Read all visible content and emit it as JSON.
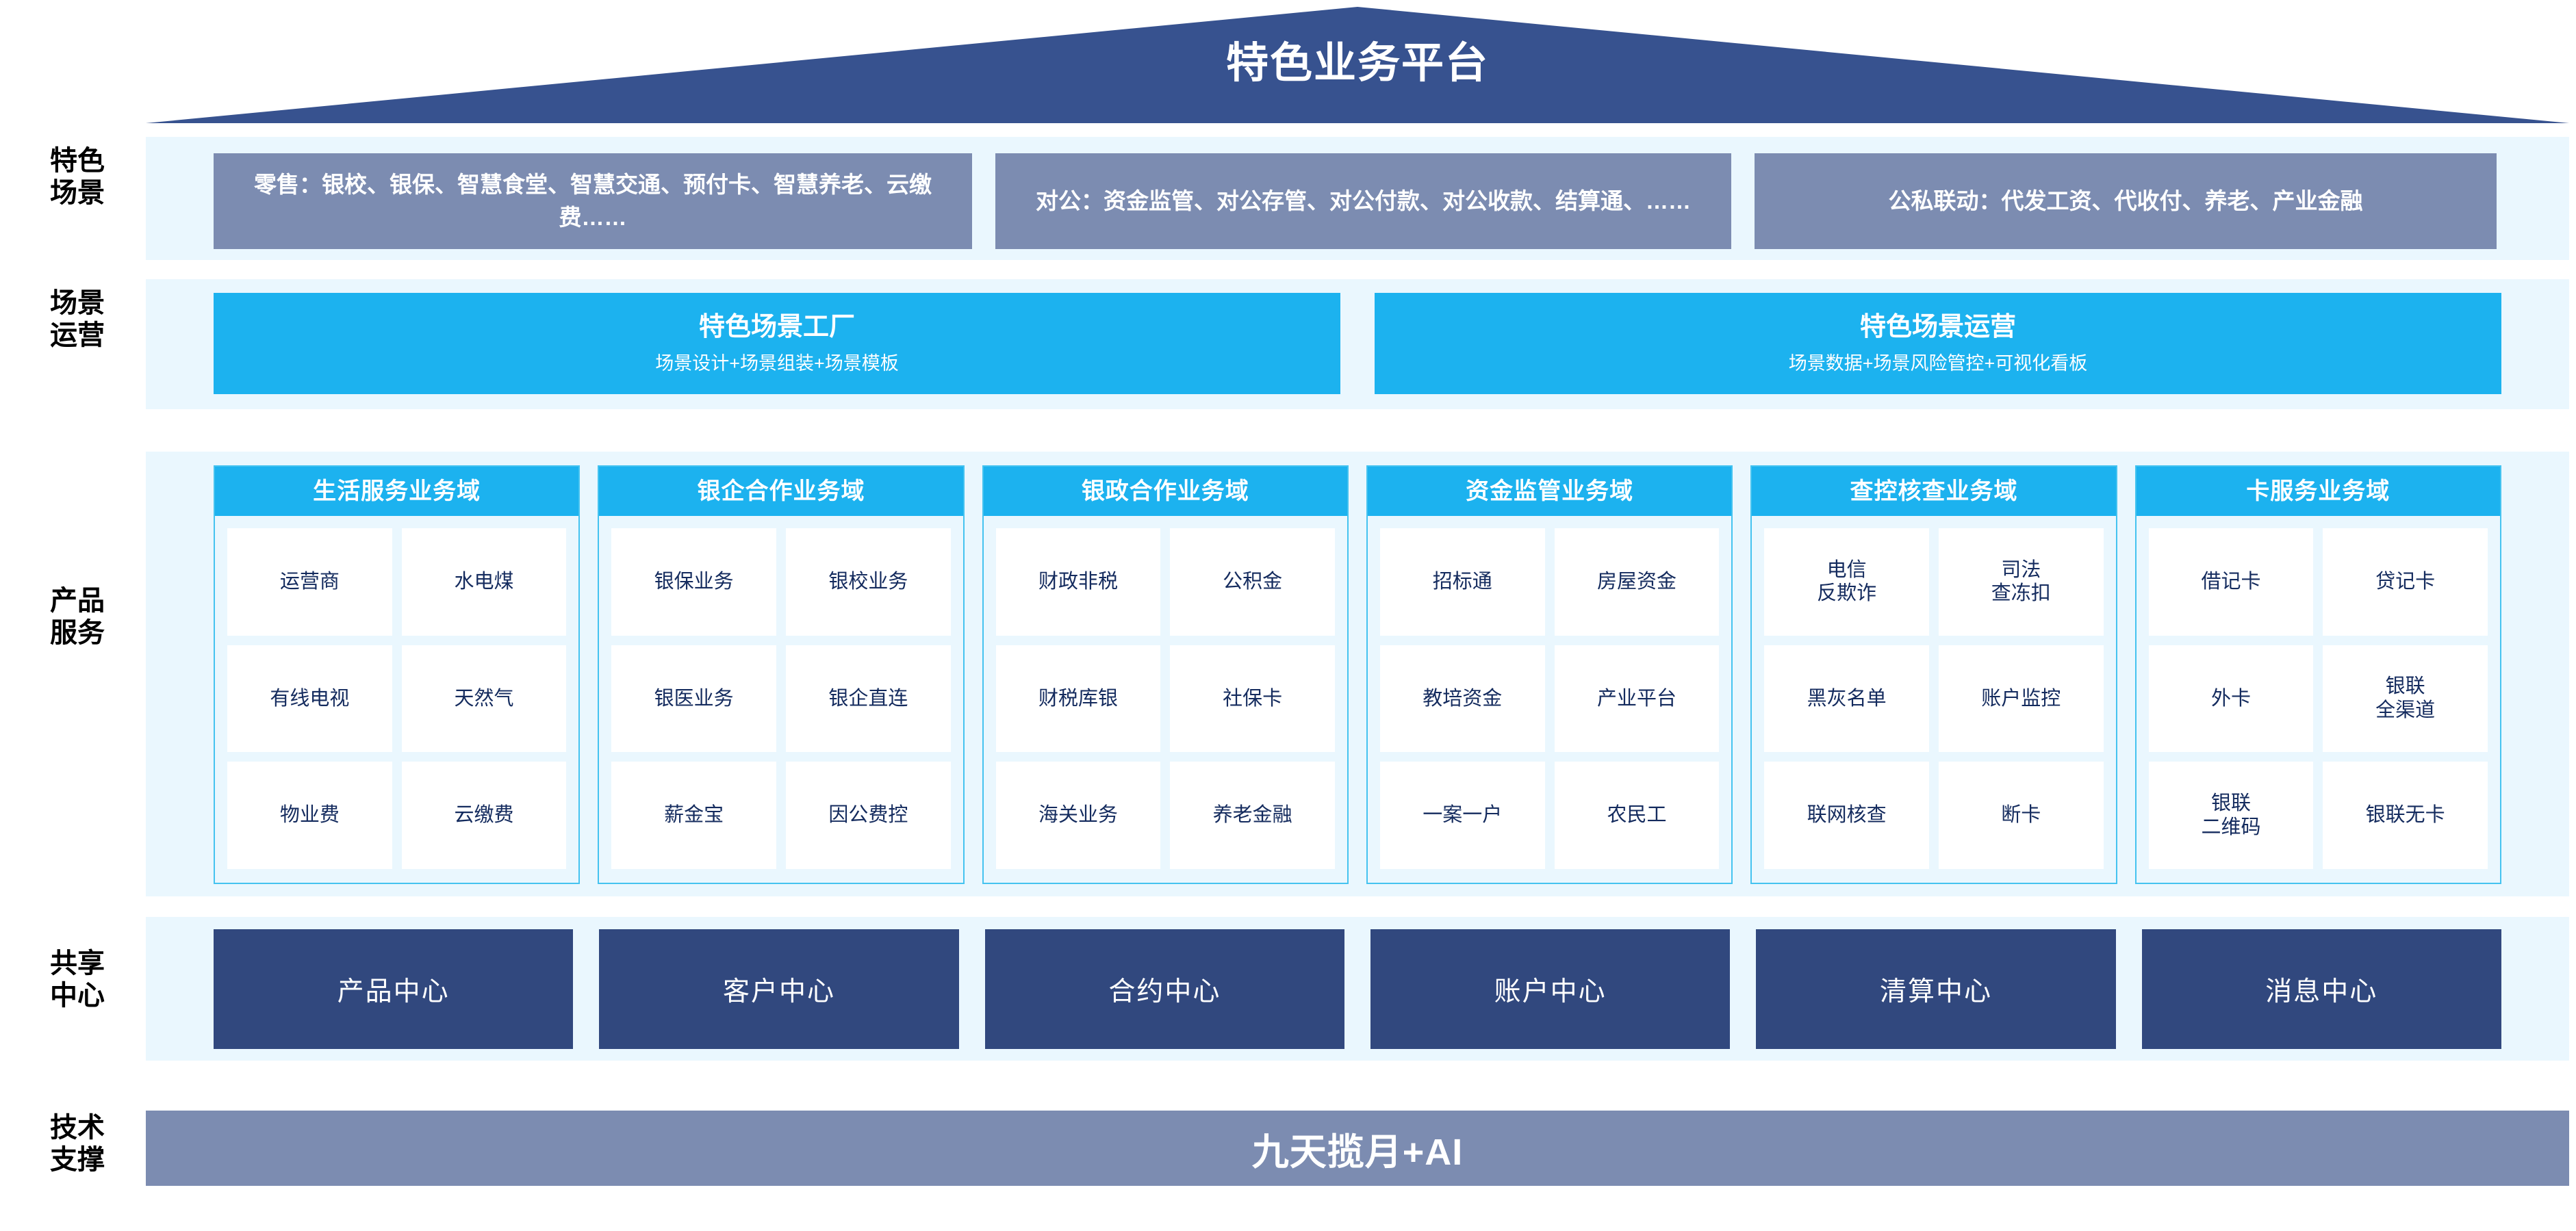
{
  "header": {
    "title": "特色业务平台",
    "roof_color": "#37528f"
  },
  "row_labels": {
    "scene": "特色\n场景",
    "operation": "场景\n运营",
    "product": "产品\n服务",
    "shared": "共享\n中心",
    "tech": "技术\n支撑"
  },
  "scene_row": {
    "boxes": [
      {
        "text": "零售：银校、银保、智慧食堂、智慧交通、预付卡、智慧养老、云缴费……"
      },
      {
        "text": "对公：资金监管、对公存管、对公付款、对公收款、结算通、……"
      },
      {
        "text": "公私联动：代发工资、代收付、养老、产业金融"
      }
    ],
    "box_color": "#7c8cb1"
  },
  "operation_row": {
    "boxes": [
      {
        "title": "特色场景工厂",
        "subtitle": "场景设计+场景组装+场景模板"
      },
      {
        "title": "特色场景运营",
        "subtitle": "场景数据+场景风险管控+可视化看板"
      }
    ],
    "box_color": "#1cb2ef"
  },
  "product_row": {
    "domains": [
      {
        "title": "生活服务业务域",
        "items": [
          "运营商",
          "水电煤",
          "有线电视",
          "天然气",
          "物业费",
          "云缴费"
        ]
      },
      {
        "title": "银企合作业务域",
        "items": [
          "银保业务",
          "银校业务",
          "银医业务",
          "银企直连",
          "薪金宝",
          "因公费控"
        ]
      },
      {
        "title": "银政合作业务域",
        "items": [
          "财政非税",
          "公积金",
          "财税库银",
          "社保卡",
          "海关业务",
          "养老金融"
        ]
      },
      {
        "title": "资金监管业务域",
        "items": [
          "招标通",
          "房屋资金",
          "教培资金",
          "产业平台",
          "一案一户",
          "农民工"
        ]
      },
      {
        "title": "查控核查业务域",
        "items": [
          "电信\n反欺诈",
          "司法\n查冻扣",
          "黑灰名单",
          "账户监控",
          "联网核查",
          "断卡"
        ]
      },
      {
        "title": "卡服务业务域",
        "items": [
          "借记卡",
          "贷记卡",
          "外卡",
          "银联\n全渠道",
          "银联\n二维码",
          "银联无卡"
        ]
      }
    ],
    "head_color": "#1cb2ef",
    "cell_text_color": "#142b5e"
  },
  "shared_row": {
    "centers": [
      "产品中心",
      "客户中心",
      "合约中心",
      "账户中心",
      "清算中心",
      "消息中心"
    ],
    "box_color": "#31487e"
  },
  "tech_bar": {
    "text": "九天揽月+AI",
    "bar_color": "#7c8cb1"
  },
  "palette": {
    "band_background": "#eaf7fe",
    "page_background": "#ffffff",
    "accent_cyan": "#1cb2ef",
    "accent_navy": "#31487e",
    "accent_slate": "#7c8cb1"
  }
}
